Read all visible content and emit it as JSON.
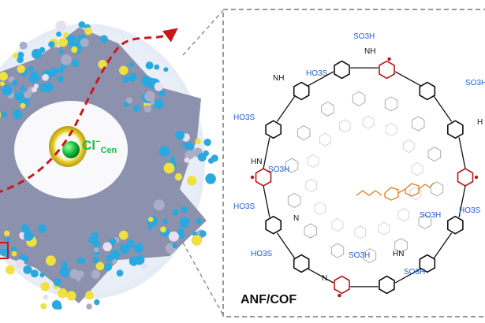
{
  "figure": {
    "left_panel": {
      "ion_label": "Cl",
      "ion_superscript": "−",
      "ion_subscript": "Cen"
    },
    "right_panel": {
      "caption": "ANF/COF",
      "group_labels": [
        "SO3H",
        "HO3S",
        "NH",
        "HN",
        "SO3H",
        "HO3S",
        "SO3H",
        "HO3S",
        "HO3S",
        "SO3H",
        "NH",
        "HN",
        "N",
        "N",
        "SO3H",
        "HO3S",
        "SO3H",
        "H"
      ]
    },
    "colors": {
      "framework_blue": "#2aa8e0",
      "framework_gray": "#8c92ad",
      "sulfur_yellow": "#f0e040",
      "ion_green": "#18c040",
      "arrow_red": "#c81818",
      "keto_red": "#b8181a",
      "sulfonate_blue": "#1e5fd0",
      "guest_orange": "#e07b20"
    }
  }
}
